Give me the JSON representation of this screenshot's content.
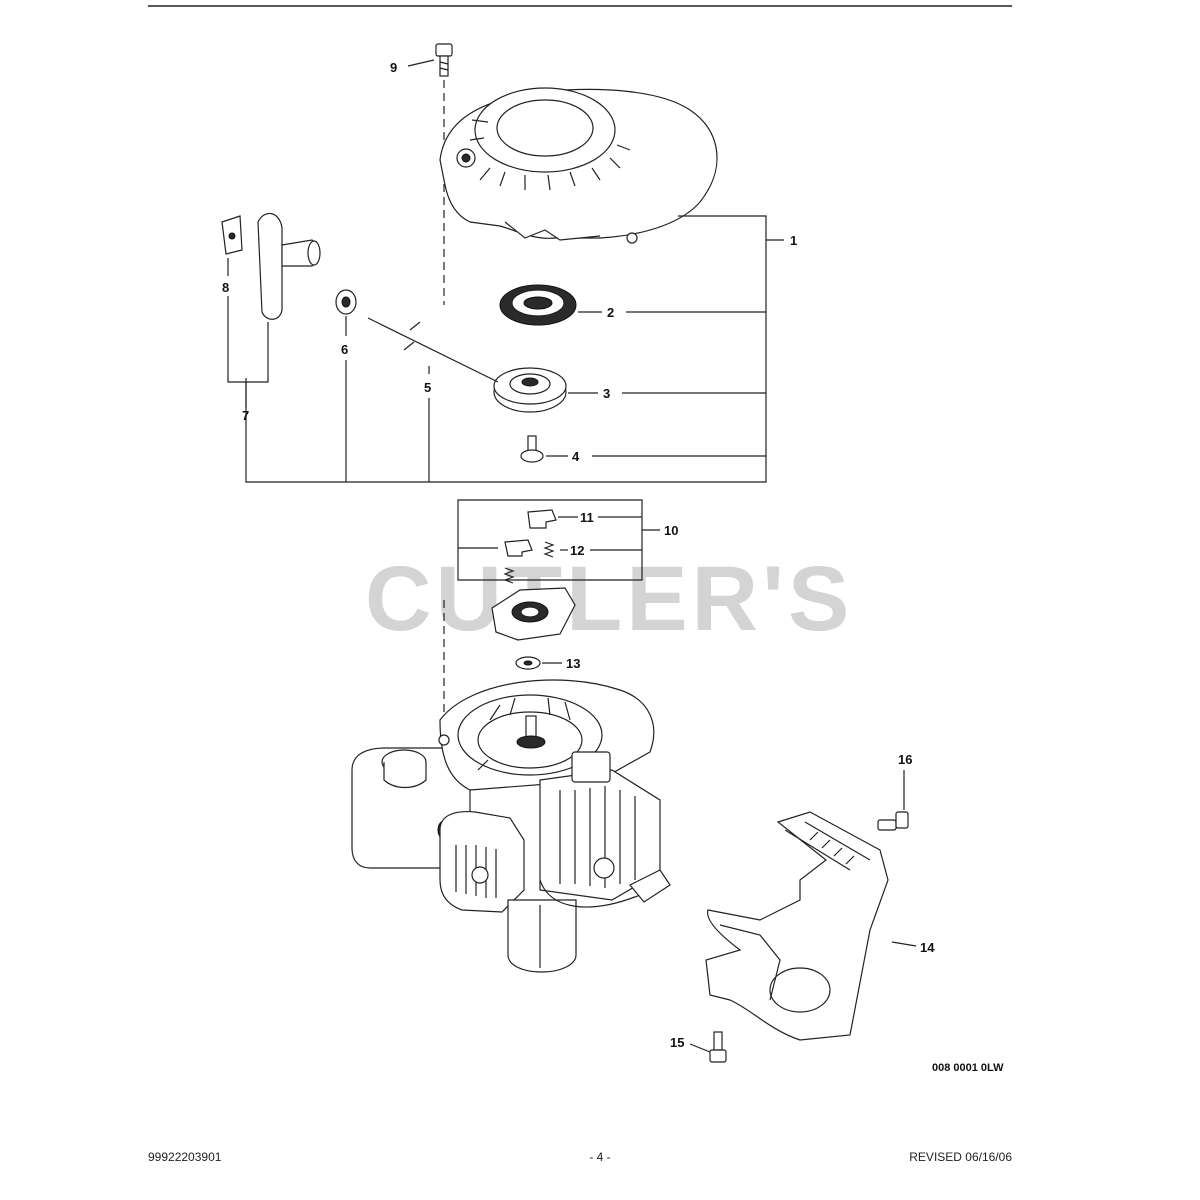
{
  "watermark": "CUTLER'S",
  "drawing_code": "008 0001 0LW",
  "footer": {
    "left": "99922203901",
    "center": "- 4 -",
    "right": "REVISED 06/16/06"
  },
  "callouts": {
    "c1": "1",
    "c2": "2",
    "c3": "3",
    "c4": "4",
    "c5": "5",
    "c6": "6",
    "c7": "7",
    "c8": "8",
    "c9": "9",
    "c10": "10",
    "c11": "11",
    "c12": "12",
    "c13": "13",
    "c14": "14",
    "c15": "15",
    "c16": "16"
  }
}
